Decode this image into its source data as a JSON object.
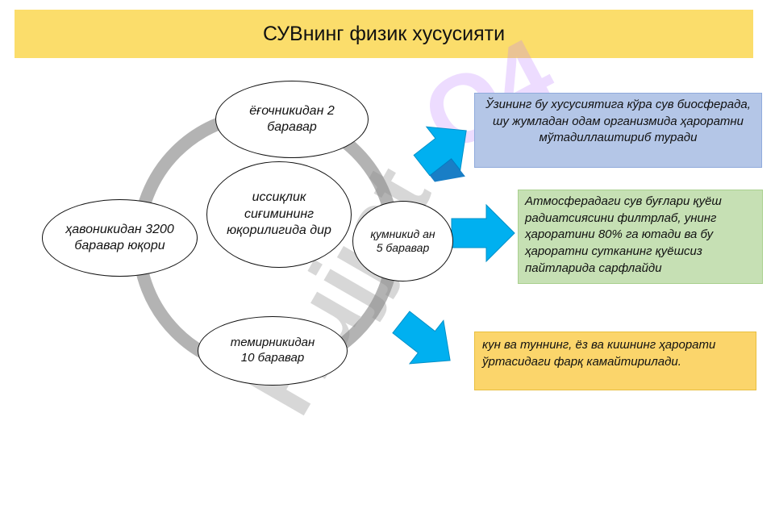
{
  "title": "СУВнинг физик хусусияти",
  "watermark": {
    "main": "Hujjat",
    "sub": "O4"
  },
  "center": "иссиқлик сиғимининг юқорилигида дир",
  "top": "ёғочникидан 2 баравар",
  "left": "ҳавоникидан 3200 баравар юқори",
  "right": "қумникид ан 5 баравар",
  "bottom": "темирникидан 10 баравар",
  "boxes": [
    {
      "text": "Ўзининг бу хусусиятига кўра сув биосферада, шу жумладан одам организмида ҳароратни мўтадиллаштириб туради",
      "color": "#b4c6e7"
    },
    {
      "text": "Атмосферадаги сув буғлари қуёш радиатсиясини филтрлаб, унинг ҳароратини 80% га ютади ва бу ҳароратни сутканинг қуёшсиз пайтларида сарфлайди",
      "color": "#c6e0b4"
    },
    {
      "text": "кун ва туннинг, ёз ва кишнинг ҳарорати ўртасидаги фарқ камайтирилади.",
      "color": "#fbd56b"
    }
  ],
  "colors": {
    "arrow": "#00b0f0",
    "arrow_dark": "#0070c0",
    "ring": "#a6a6a6"
  }
}
